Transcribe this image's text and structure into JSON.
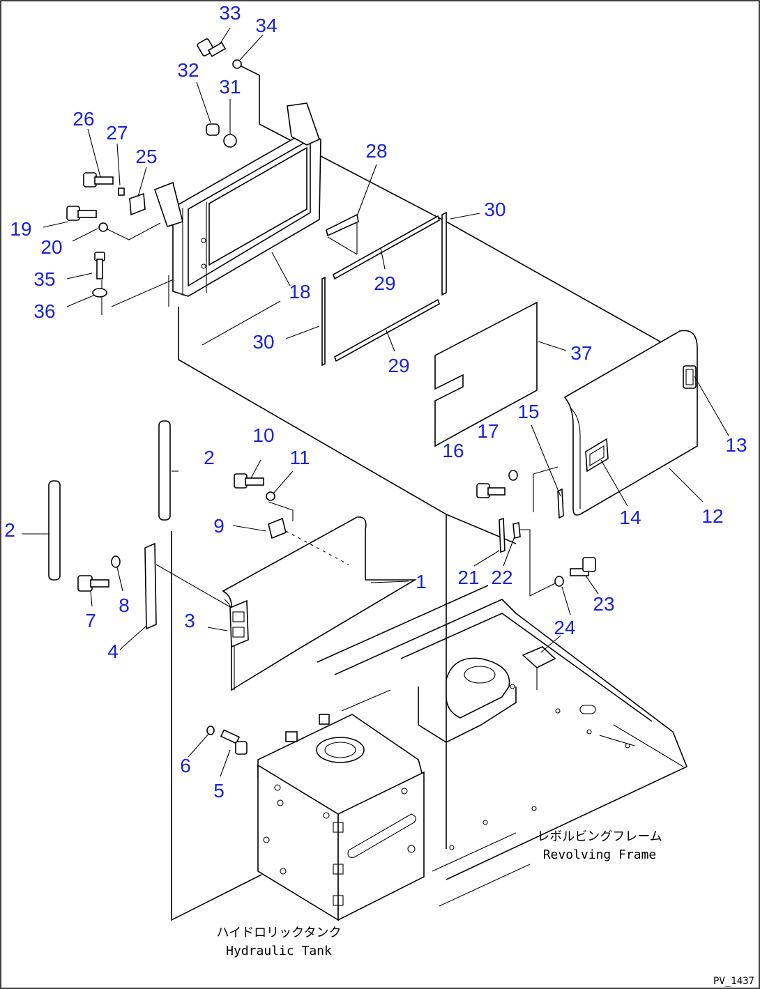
{
  "diagram": {
    "callouts": [
      {
        "id": "1",
        "label": "1"
      },
      {
        "id": "2a",
        "label": "2"
      },
      {
        "id": "2b",
        "label": "2"
      },
      {
        "id": "3",
        "label": "3"
      },
      {
        "id": "4",
        "label": "4"
      },
      {
        "id": "5",
        "label": "5"
      },
      {
        "id": "6",
        "label": "6"
      },
      {
        "id": "7",
        "label": "7"
      },
      {
        "id": "8",
        "label": "8"
      },
      {
        "id": "9",
        "label": "9"
      },
      {
        "id": "10",
        "label": "10"
      },
      {
        "id": "11",
        "label": "11"
      },
      {
        "id": "12",
        "label": "12"
      },
      {
        "id": "13",
        "label": "13"
      },
      {
        "id": "14",
        "label": "14"
      },
      {
        "id": "15",
        "label": "15"
      },
      {
        "id": "16",
        "label": "16"
      },
      {
        "id": "17",
        "label": "17"
      },
      {
        "id": "18",
        "label": "18"
      },
      {
        "id": "19",
        "label": "19"
      },
      {
        "id": "20",
        "label": "20"
      },
      {
        "id": "21",
        "label": "21"
      },
      {
        "id": "22",
        "label": "22"
      },
      {
        "id": "23",
        "label": "23"
      },
      {
        "id": "24",
        "label": "24"
      },
      {
        "id": "25",
        "label": "25"
      },
      {
        "id": "26",
        "label": "26"
      },
      {
        "id": "27",
        "label": "27"
      },
      {
        "id": "28",
        "label": "28"
      },
      {
        "id": "29a",
        "label": "29"
      },
      {
        "id": "29b",
        "label": "29"
      },
      {
        "id": "30a",
        "label": "30"
      },
      {
        "id": "30b",
        "label": "30"
      },
      {
        "id": "31",
        "label": "31"
      },
      {
        "id": "32",
        "label": "32"
      },
      {
        "id": "33",
        "label": "33"
      },
      {
        "id": "34",
        "label": "34"
      },
      {
        "id": "35",
        "label": "35"
      },
      {
        "id": "36",
        "label": "36"
      },
      {
        "id": "37",
        "label": "37"
      }
    ],
    "captions": {
      "revolving_frame_jp": "レボルビングフレーム",
      "revolving_frame_en": "Revolving Frame",
      "hydraulic_tank_jp": "ハイドロリックタンク",
      "hydraulic_tank_en": "Hydraulic Tank"
    },
    "drawing_code": "PV_1437",
    "colors": {
      "callout": "#1a22d6",
      "line": "#000000",
      "background": "#ffffff"
    }
  }
}
